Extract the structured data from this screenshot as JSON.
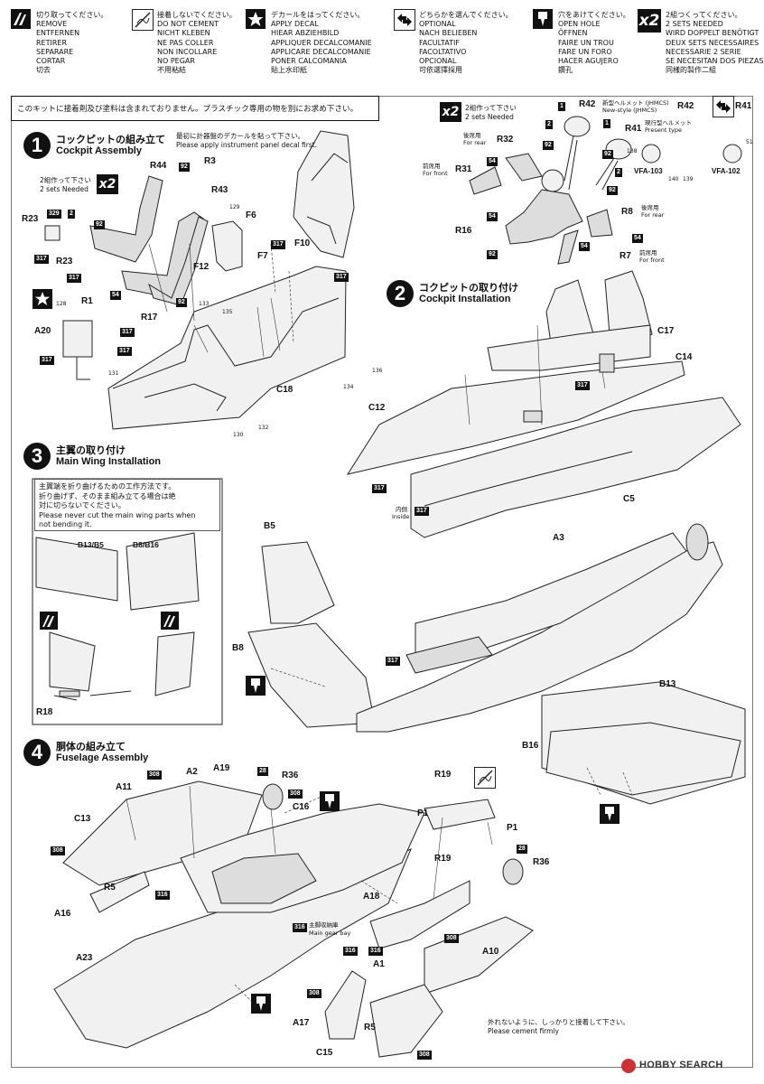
{
  "legend": [
    {
      "icon": "cut-icon",
      "lines": [
        "切り取ってください。",
        "REMOVE",
        "ENTFERNEN",
        "RETIRER",
        "SEPARARE",
        "CORTAR",
        "切去"
      ]
    },
    {
      "icon": "no-cement-icon",
      "lines": [
        "接着しないでください。",
        "DO NOT CEMENT",
        "NICHT KLEBEN",
        "NE PAS COLLER",
        "NON INCOLLARE",
        "NO PEGAR",
        "不用粘結"
      ]
    },
    {
      "icon": "decal-icon",
      "lines": [
        "デカールをはってください。",
        "APPLY DECAL",
        "HIEAR ABZIEHBILD",
        "APPLIQUER DECALCOMANIE",
        "APPLICARE DECALCOMANIE",
        "PONER CALCOMANIA",
        "貼上水印紙"
      ]
    },
    {
      "icon": "optional-icon",
      "lines": [
        "どちらかを選んでください。",
        "OPTIONAL",
        "NACH BELIEBEN",
        "FACULTATIF",
        "FACOLTATIVO",
        "OPCIONAL",
        "可依選擇採用"
      ]
    },
    {
      "icon": "open-hole-icon",
      "lines": [
        "穴をあけてください。",
        "OPEN HOLE",
        "ÖFFNEN",
        "FAIRE UN TROU",
        "FARE UN FORO",
        "HACER AGUJERO",
        "鑽孔"
      ]
    },
    {
      "icon": "x2-icon",
      "mark": "x2",
      "lines": [
        "2組つくってください。",
        "2 SETS NEEDED",
        "WIRD DOPPELT BENÖTIGT",
        "DEUX SETS NECESSAIRES",
        "NECESSARIE 2 SERIE",
        "SE NECESITAN DOS PIEZAS",
        "同樣的製作二組"
      ]
    }
  ],
  "notice": "このキットに接着剤及び塗料は含まれておりません。プラスチック専用の物を別にお求め下さい。",
  "step1": {
    "num": "1",
    "jp": "コックピットの組み立て",
    "en": "Cockpit Assembly",
    "decal_note_jp": "最初に計器盤のデカールを貼って下さい。",
    "decal_note_en": "Please apply instrument panel decal first.",
    "two_sets_jp": "2組作って下さい",
    "two_sets_en": "2 sets Needed",
    "mark": "x2",
    "parts": [
      "R44",
      "R3",
      "R43",
      "R23",
      "R23",
      "R1",
      "A20",
      "R17",
      "F12",
      "F6",
      "F7",
      "F10",
      "C18"
    ],
    "paints": [
      "92",
      "329",
      "2",
      "317",
      "317",
      "54",
      "92",
      "92",
      "317",
      "317",
      "317",
      "317",
      "317"
    ],
    "decals": [
      "128",
      "129",
      "133",
      "135",
      "131",
      "132",
      "130",
      "134",
      "136"
    ]
  },
  "helmet": {
    "two_sets_jp": "2組作って下さい",
    "two_sets_en": "2 sets Needed",
    "mark": "x2",
    "new_jp": "新型ヘルメット (JHMCS)",
    "new_en": "New-style (JHMCS)",
    "cur_jp": "現行型ヘルメット",
    "cur_en": "Present type",
    "parts": [
      "R42",
      "R41",
      "R42",
      "R41",
      "R32",
      "R31",
      "R16",
      "R8",
      "R7"
    ],
    "rear_jp": "後席用",
    "rear_en": "For rear",
    "front_jp": "前席用",
    "front_en": "For front",
    "units": [
      "VFA-103",
      "VFA-102"
    ],
    "decal_nums": [
      "138",
      "140",
      "139",
      "51"
    ],
    "paints": [
      "1",
      "1",
      "2",
      "92",
      "92",
      "2",
      "92",
      "54",
      "54",
      "92",
      "54",
      "54"
    ]
  },
  "step2": {
    "num": "2",
    "jp": "コクピットの取り付け",
    "en": "Cockpit Installation",
    "parts": [
      "C17",
      "C14",
      "C12",
      "C5"
    ],
    "paints": [
      "317",
      "317",
      "317"
    ],
    "inside_jp": "内側",
    "inside_en": "Inside"
  },
  "step3": {
    "num": "3",
    "jp": "主翼の取り付け",
    "en": "Main Wing Installation",
    "note_lines": [
      "主翼端を折り曲げるための工作方法です。",
      "折り曲げず、そのまま組み立てる場合は絶",
      "対に切らないでください。",
      "Please never cut the main wing parts when",
      "not bending it."
    ],
    "inset_labels": [
      "B13/B5",
      "B8/B16",
      "R18"
    ],
    "parts": [
      "B5",
      "B8",
      "A3",
      "B13",
      "B16"
    ],
    "paints": [
      "317"
    ]
  },
  "step4": {
    "num": "4",
    "jp": "胴体の組み立て",
    "en": "Fuselage Assembly",
    "parts": [
      "A11",
      "A2",
      "A19",
      "R36",
      "C16",
      "C13",
      "R5",
      "A16",
      "A23",
      "R19",
      "P1",
      "P1",
      "R19",
      "R36",
      "A18",
      "A1",
      "A10",
      "A17",
      "R5",
      "C15"
    ],
    "paints": [
      "308",
      "28",
      "308",
      "308",
      "316",
      "316",
      "316",
      "28",
      "316",
      "308",
      "308",
      "308"
    ],
    "gear_bay_jp": "主脚収納庫",
    "gear_bay_en": "Main gear bay",
    "cement_jp": "外れないように、しっかりと接着して下さい。",
    "cement_en": "Please cement firmly"
  },
  "watermark": "HOBBY SEARCH"
}
